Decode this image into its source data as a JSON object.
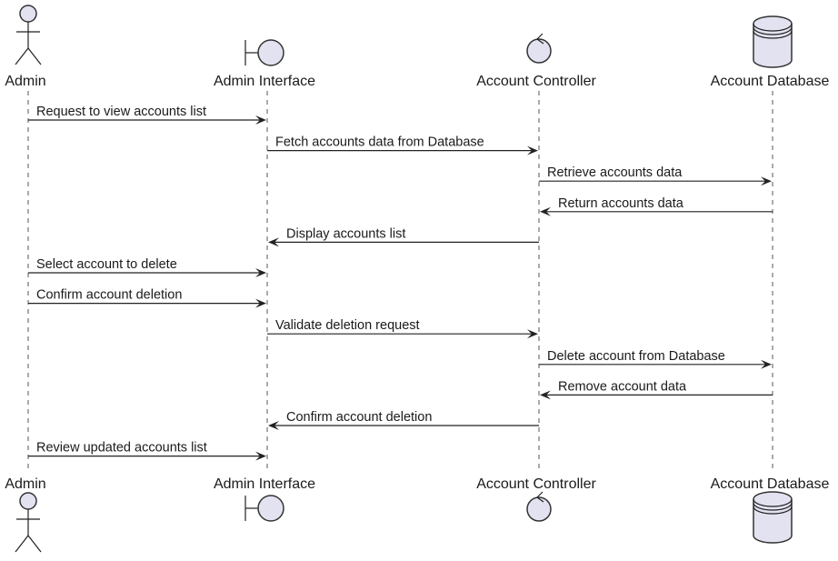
{
  "participants": [
    {
      "id": "admin",
      "name": "Admin",
      "kind": "actor",
      "icon": "actor-icon"
    },
    {
      "id": "ui",
      "name": "Admin Interface",
      "kind": "boundary",
      "icon": "boundary-icon"
    },
    {
      "id": "ctrl",
      "name": "Account Controller",
      "kind": "control",
      "icon": "control-icon"
    },
    {
      "id": "db",
      "name": "Account Database",
      "kind": "database",
      "icon": "database-icon"
    }
  ],
  "messages": [
    {
      "from": "admin",
      "to": "ui",
      "text": "Request to view accounts list"
    },
    {
      "from": "ui",
      "to": "ctrl",
      "text": "Fetch accounts data from Database"
    },
    {
      "from": "ctrl",
      "to": "db",
      "text": "Retrieve accounts data"
    },
    {
      "from": "db",
      "to": "ctrl",
      "text": "Return accounts data"
    },
    {
      "from": "ctrl",
      "to": "ui",
      "text": "Display accounts list"
    },
    {
      "from": "admin",
      "to": "ui",
      "text": "Select account to delete"
    },
    {
      "from": "admin",
      "to": "ui",
      "text": "Confirm account deletion"
    },
    {
      "from": "ui",
      "to": "ctrl",
      "text": "Validate deletion request"
    },
    {
      "from": "ctrl",
      "to": "db",
      "text": "Delete account from Database"
    },
    {
      "from": "db",
      "to": "ctrl",
      "text": "Remove account data"
    },
    {
      "from": "ctrl",
      "to": "ui",
      "text": "Confirm account deletion"
    },
    {
      "from": "admin",
      "to": "ui",
      "text": "Review updated accounts list"
    }
  ],
  "colors": {
    "shape_fill": "#e2e2f0",
    "stroke": "#333333",
    "text": "#1a1a1a"
  }
}
